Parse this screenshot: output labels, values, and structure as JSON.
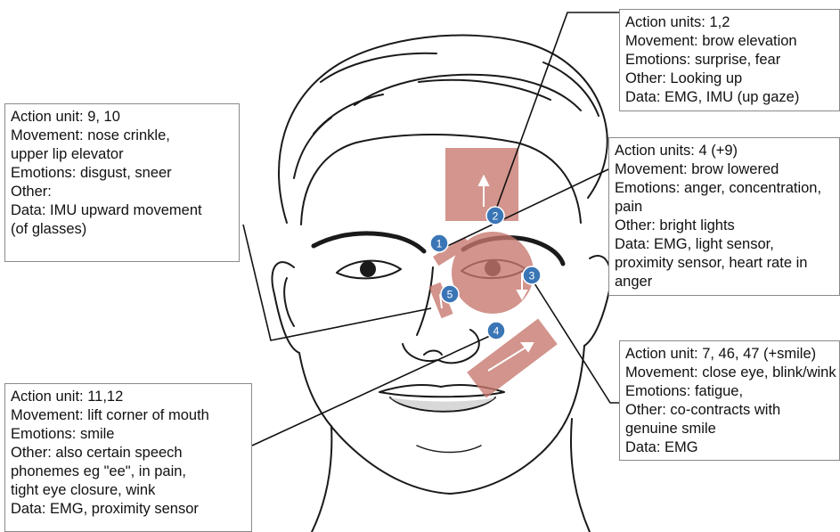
{
  "markers": [
    {
      "id": "1",
      "color": "#3a76b6"
    },
    {
      "id": "2",
      "color": "#3a76b6"
    },
    {
      "id": "3",
      "color": "#3a76b6"
    },
    {
      "id": "4",
      "color": "#3a76b6"
    },
    {
      "id": "5",
      "color": "#3a76b6"
    }
  ],
  "region_color": "#c6776d",
  "boxes": {
    "au12": {
      "line1": "Action units: 1,2",
      "line2": "Movement: brow elevation",
      "line3": "Emotions: surprise, fear",
      "line4": "Other: Looking up",
      "line5": "Data: EMG, IMU (up gaze)"
    },
    "au4": {
      "line1": "Action units: 4 (+9)",
      "line2": "Movement: brow lowered",
      "line3": "Emotions: anger, concentration,",
      "line4": "pain",
      "line5": "Other: bright lights",
      "line6": "Data: EMG, light sensor,",
      "line7": "proximity sensor, heart rate in",
      "line8": "anger"
    },
    "au7": {
      "line1": "Action unit: 7, 46, 47 (+smile)",
      "line2": "Movement: close eye, blink/wink",
      "line3": "Emotions: fatigue,",
      "line4": "Other: co-contracts with",
      "line5": "genuine smile",
      "line6": "Data: EMG"
    },
    "au910": {
      "line1": "Action unit: 9, 10",
      "line2": "Movement: nose crinkle,",
      "line3": "upper lip elevator",
      "line4": "Emotions: disgust, sneer",
      "line5": "Other:",
      "line6": "Data: IMU upward movement",
      "line7": "(of glasses)"
    },
    "au1112": {
      "line1": "Action unit: 11,12",
      "line2": "Movement: lift corner of mouth",
      "line3": "Emotions: smile",
      "line4": "Other: also certain speech",
      "line5": "phonemes eg \"ee\", in pain,",
      "line6": "tight eye closure, wink",
      "line7": "Data: EMG, proximity sensor"
    }
  }
}
